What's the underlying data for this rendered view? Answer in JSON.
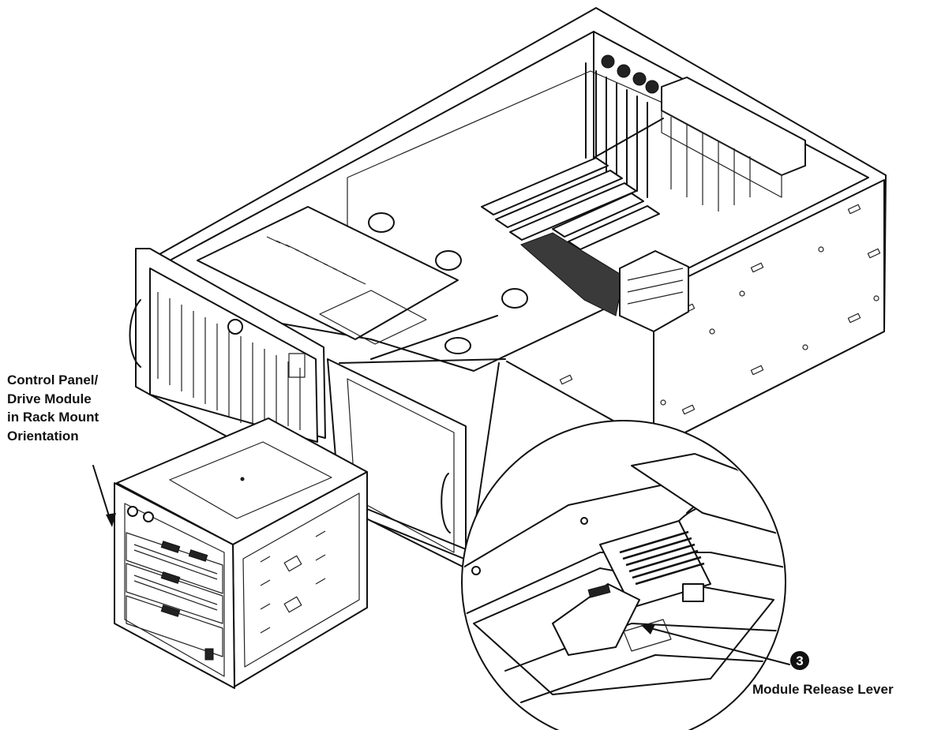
{
  "diagram": {
    "labels": {
      "control_panel": [
        "Control Panel/",
        "Drive Module",
        "in Rack Mount",
        "Orientation"
      ],
      "callout_number": "3",
      "module_release_lever": "Module Release Lever"
    },
    "icons": [
      "chassis-illustration",
      "drive-module-illustration",
      "magnified-detail-illustration",
      "callout-arrow-icon"
    ]
  }
}
